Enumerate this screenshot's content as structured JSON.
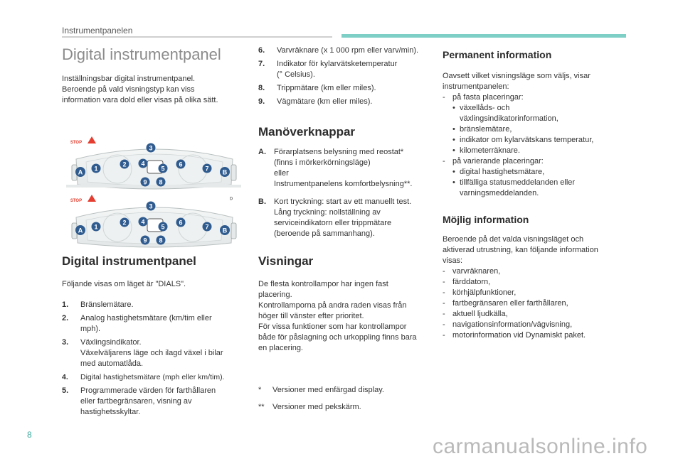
{
  "header": {
    "title": "Instrumentpanelen"
  },
  "page_number": "8",
  "watermark": "carmanualsonline.info",
  "col1": {
    "main_title": "Digital instrumentpanel",
    "intro": [
      "Inställningsbar digital instrumentpanel.",
      "Beroende på vald visningstyp kan viss",
      "information vara dold eller visas på olika sätt."
    ],
    "section_title": "Digital instrumentpanel",
    "section_intro": "Följande visas om läget är \"DIALS\".",
    "items": [
      {
        "num": "1.",
        "lines": [
          "Bränslemätare."
        ]
      },
      {
        "num": "2.",
        "lines": [
          "Analog hastighetsmätare (km/tim eller",
          "mph)."
        ]
      },
      {
        "num": "3.",
        "lines": [
          "Växlingsindikator.",
          "Växelväljarens läge och ilagd växel i bilar",
          "med automatlåda."
        ]
      },
      {
        "num": "4.",
        "lines": [
          "Digital hastighetsmätare (mph eller km/tim)."
        ]
      },
      {
        "num": "5.",
        "lines": [
          "Programmerade värden för farthållaren",
          "eller fartbegränsaren, visning av",
          "hastighetsskyltar."
        ]
      }
    ]
  },
  "figure": {
    "labels": [
      "STOP",
      "1",
      "2",
      "3",
      "4",
      "5",
      "6",
      "7",
      "8",
      "9",
      "A",
      "B",
      "D",
      "STOP",
      "1",
      "2",
      "3",
      "4",
      "5",
      "6",
      "7",
      "8",
      "9",
      "A",
      "B"
    ]
  },
  "col2": {
    "items": [
      {
        "num": "6.",
        "lines": [
          "Varvräknare (x 1 000 rpm eller varv/min)."
        ]
      },
      {
        "num": "7.",
        "lines": [
          "Indikator för kylarvätsketemperatur",
          "(° Celsius)."
        ]
      },
      {
        "num": "8.",
        "lines": [
          "Trippmätare (km eller miles)."
        ]
      },
      {
        "num": "9.",
        "lines": [
          "Vägmätare (km eller miles)."
        ]
      }
    ],
    "controls_title": "Manöverknappar",
    "controls": [
      {
        "num": "A.",
        "lines": [
          "Förarplatsens belysning med reostat*",
          "(finns i mörkerkörningsläge)",
          "eller",
          "Instrumentpanelens komfortbelysning**."
        ]
      },
      {
        "num": "B.",
        "lines": [
          "Kort tryckning: start av ett manuellt test.",
          "Lång tryckning: nollställning av",
          "serviceindikatorn eller trippmätare",
          "(beroende på sammanhang)."
        ]
      }
    ],
    "display_title": "Visningar",
    "display_text": [
      "De flesta kontrollampor har ingen fast",
      "placering.",
      "Kontrollamporna på andra raden visas från",
      "höger till vänster efter prioritet.",
      "För vissa funktioner som har kontrollampor",
      "både för påslagning och urkoppling finns bara",
      "en placering."
    ],
    "footnotes": [
      {
        "sym": "*",
        "text": "Versioner med enfärgad display."
      },
      {
        "sym": "**",
        "text": "Versioner med pekskärm."
      }
    ]
  },
  "col3": {
    "perm_title": "Permanent information",
    "perm_intro": [
      "Oavsett vilket visningsläge som väljs, visar",
      "instrumentpanelen:"
    ],
    "perm_fixed": "på fasta placeringar:",
    "perm_fixed_items": [
      [
        "växellåds- och",
        "växlingsindikatorinformation,"
      ],
      [
        "bränslemätare,"
      ],
      [
        "indikator om kylarvätskans temperatur,"
      ],
      [
        "kilometerräknare."
      ]
    ],
    "perm_var": "på varierande placeringar:",
    "perm_var_items": [
      [
        "digital hastighetsmätare,"
      ],
      [
        "tillfälliga statusmeddelanden eller",
        "varningsmeddelanden."
      ]
    ],
    "poss_title": "Möjlig information",
    "poss_intro": [
      "Beroende på det valda visningsläget och",
      "aktiverad utrustning, kan följande information",
      "visas:"
    ],
    "poss_items": [
      "varvräknaren,",
      "färddatorn,",
      "körhjälpfunktioner,",
      "fartbegränsaren eller farthållaren,",
      "aktuell ljudkälla,",
      "navigationsinformation/vägvisning,",
      "motorinformation vid Dynamiskt paket."
    ]
  },
  "colors": {
    "accent": "#3aaa9e",
    "badge_blue": "#2f5b8f",
    "light_teal": "#7ecfc6"
  }
}
